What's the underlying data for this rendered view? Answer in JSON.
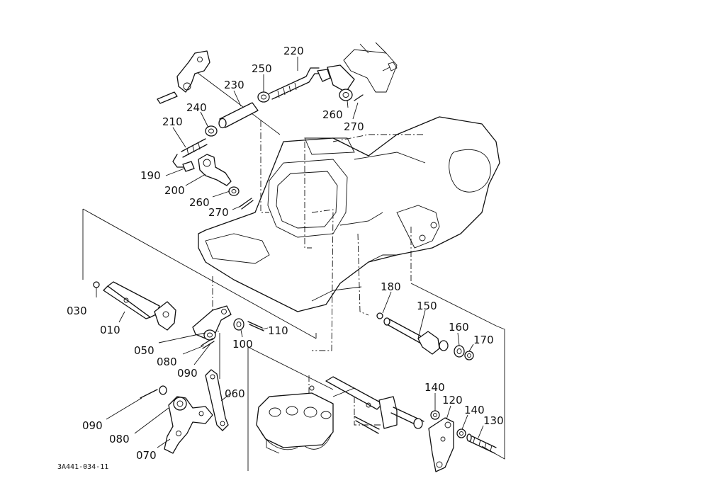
{
  "diagram": {
    "labels": [
      {
        "id": "p220a",
        "text": "220"
      },
      {
        "id": "p250",
        "text": "250"
      },
      {
        "id": "p230",
        "text": "230"
      },
      {
        "id": "p240",
        "text": "240"
      },
      {
        "id": "p260a",
        "text": "260"
      },
      {
        "id": "p270a",
        "text": "270"
      },
      {
        "id": "p210",
        "text": "210"
      },
      {
        "id": "p190",
        "text": "190"
      },
      {
        "id": "p200",
        "text": "200"
      },
      {
        "id": "p260b",
        "text": "260"
      },
      {
        "id": "p270b",
        "text": "270"
      },
      {
        "id": "p030",
        "text": "030"
      },
      {
        "id": "p010",
        "text": "010"
      },
      {
        "id": "p050",
        "text": "050"
      },
      {
        "id": "p080a",
        "text": "080"
      },
      {
        "id": "p090a",
        "text": "090"
      },
      {
        "id": "p100",
        "text": "100"
      },
      {
        "id": "p110",
        "text": "110"
      },
      {
        "id": "p180",
        "text": "180"
      },
      {
        "id": "p150",
        "text": "150"
      },
      {
        "id": "p160",
        "text": "160"
      },
      {
        "id": "p170",
        "text": "170"
      },
      {
        "id": "p060",
        "text": "060"
      },
      {
        "id": "p090b",
        "text": "090"
      },
      {
        "id": "p080b",
        "text": "080"
      },
      {
        "id": "p070",
        "text": "070"
      },
      {
        "id": "p140a",
        "text": "140"
      },
      {
        "id": "p120",
        "text": "120"
      },
      {
        "id": "p140b",
        "text": "140"
      },
      {
        "id": "p130",
        "text": "130"
      }
    ],
    "figure_code": "3A441-034-11"
  }
}
